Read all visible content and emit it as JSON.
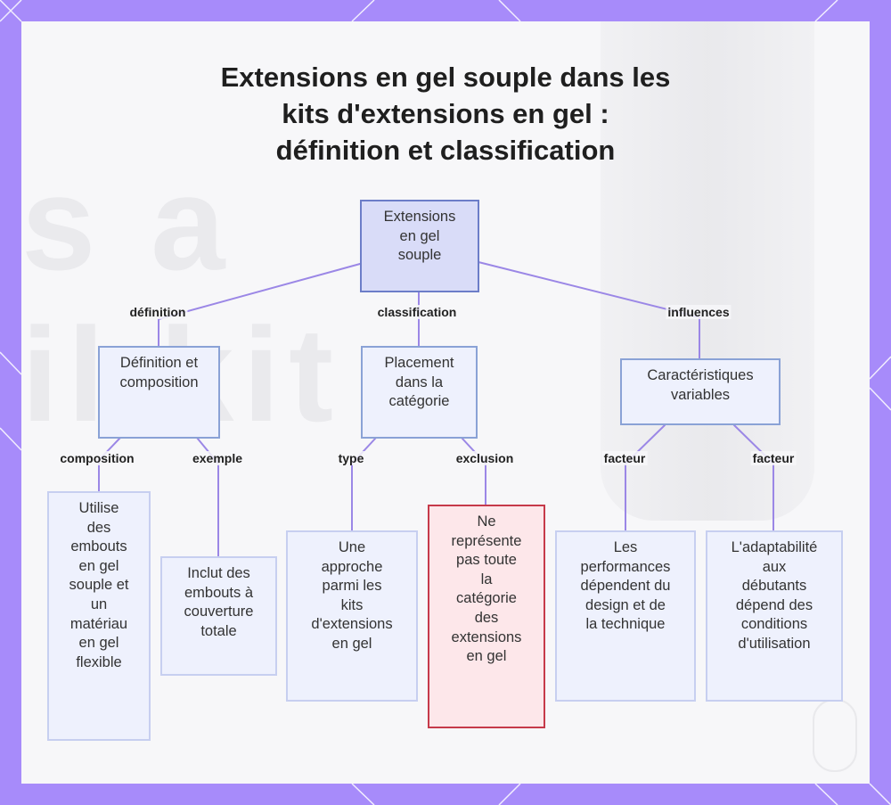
{
  "title": {
    "line1": "Extensions en gel souple dans les",
    "line2": "kits d'extensions en gel :",
    "line3": "définition et classification"
  },
  "nodes": {
    "root": "Extensions\nen gel\nsouple",
    "definition": "Définition et\ncomposition",
    "placement": "Placement\ndans la\ncatégorie",
    "caracteristiques": "Caractéristiques\nvariables",
    "utilise": "Utilise\ndes\nembouts\nen gel\nsouple et\nun\nmatériau\nen gel\nflexible",
    "inclut": "Inclut des\nembouts à\ncouverture\ntotale",
    "approche": "Une\napproche\nparmi les\nkits\nd'extensions\nen gel",
    "exclusion": "Ne\nreprésente\npas toute\nla\ncatégorie\ndes\nextensions\nen gel",
    "performances": "Les\nperformances\ndépendent du\ndesign et de\nla technique",
    "adaptabilite": "L'adaptabilité\naux\ndébutants\ndépend des\nconditions\nd'utilisation"
  },
  "edge_labels": {
    "definition": "définition",
    "classification": "classification",
    "influences": "influences",
    "composition": "composition",
    "exemple": "exemple",
    "type": "type",
    "exclusion": "exclusion",
    "facteur_1": "facteur",
    "facteur_2": "facteur"
  },
  "colors": {
    "frame": "#a78bfa",
    "edge": "#9b87e6",
    "node_fill": "#eef1fd",
    "root_fill": "#d9dcf8",
    "alert_fill": "#fde7ea",
    "alert_border": "#c63a4a"
  }
}
